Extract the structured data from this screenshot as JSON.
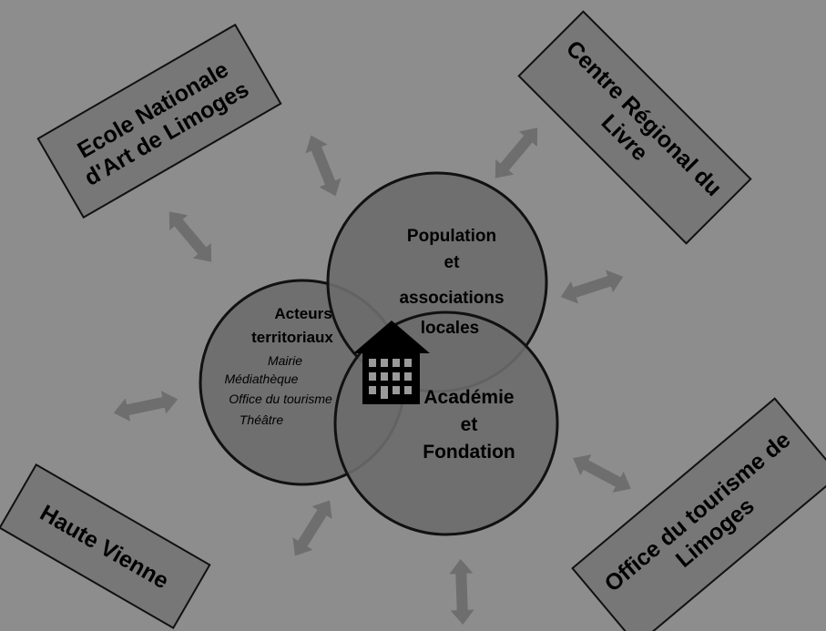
{
  "colors": {
    "background": "#8d8d8d",
    "box_fill": "#777777",
    "circle_fill": "#6c6c6c",
    "arrow": "#6e6e6e",
    "stroke": "#111111"
  },
  "partners": {
    "ensa": {
      "line1": "Ecole Nationale",
      "line2": "d'Art de Limoges"
    },
    "crl": {
      "line1": "Centre Régional du",
      "line2": "Livre"
    },
    "haute_vienne": {
      "line1": "Haute Vienne"
    },
    "office_tourisme": {
      "line1": "Office du tourisme de",
      "line2": "Limoges"
    }
  },
  "circles": {
    "acteurs": {
      "title1": "Acteurs",
      "title2": "territoriaux",
      "items": [
        "Mairie",
        "Médiathèque",
        "Office du tourisme",
        "Théâtre"
      ]
    },
    "population": {
      "line1": "Population",
      "line2": "et",
      "line3": "associations",
      "line4": "locales"
    },
    "academie": {
      "line1": "Académie",
      "line2": "et",
      "line3": "Fondation"
    }
  },
  "center_icon": "house-icon"
}
